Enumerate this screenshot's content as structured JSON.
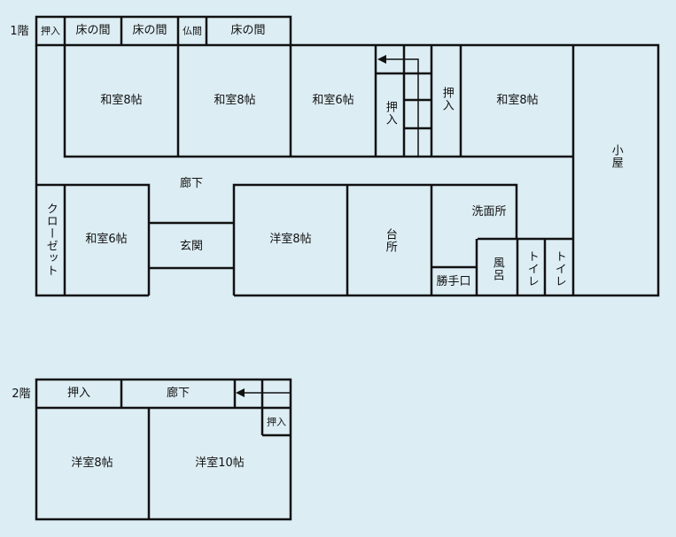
{
  "floor1": {
    "label": "1階",
    "rooms": {
      "oshiire_top": "押入",
      "tokonoma1": "床の間",
      "tokonoma2": "床の間",
      "butsuma": "仏間",
      "tokonoma3": "床の間",
      "washitsu8_a": "和室8帖",
      "washitsu8_b": "和室8帖",
      "washitsu6_a": "和室6帖",
      "oshiire_stair": "押入",
      "oshiire_mid": "押入",
      "washitsu8_c": "和室8帖",
      "koya": "小屋",
      "rouka": "廊下",
      "closet": "クローゼット",
      "washitsu6_b": "和室6帖",
      "genkan": "玄関",
      "youshitsu8": "洋室8帖",
      "daidokoro": "台所",
      "senmenjo": "洗面所",
      "katteguchi": "勝手口",
      "furo": "風呂",
      "toilet1": "トイレ",
      "toilet2": "トイレ"
    }
  },
  "floor2": {
    "label": "2階",
    "rooms": {
      "oshiire": "押入",
      "rouka": "廊下",
      "oshiire_small": "押入",
      "youshitsu8": "洋室8帖",
      "youshitsu10": "洋室10帖"
    }
  },
  "colors": {
    "background": "#dcedf4",
    "line": "#111111"
  }
}
